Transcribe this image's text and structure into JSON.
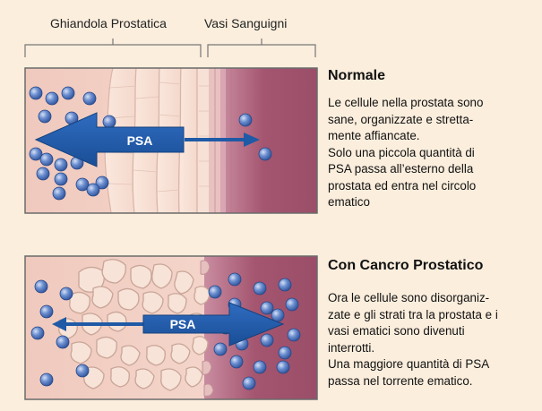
{
  "headers": {
    "gland": "Ghiandola Prostatica",
    "vessels": "Vasi Sanguigni"
  },
  "panels": [
    {
      "title": "Normale",
      "arrow_label": "PSA",
      "lines": [
        "Le cellule nella prostata sono",
        "sane, organizzate e stretta-",
        "mente affiancate.",
        "Solo una piccola quantità di",
        "PSA passa all’esterno della",
        "prostata ed entra nel circolo",
        "ematico"
      ]
    },
    {
      "title": "Con Cancro Prostatico",
      "arrow_label": "PSA",
      "lines": [
        "Ora le cellule sono disorganiz-",
        "zate e gli strati tra la prostata e i",
        "vasi ematici sono divenuti",
        "interrotti.",
        "Una maggiore quantità di PSA",
        "passa nel torrente ematico."
      ]
    }
  ],
  "colors": {
    "background": "#fbeedd",
    "gland_tissue": "#f2d2c8",
    "vessel_tissue": "#a85a74",
    "psa_arrow": "#1f5aa6",
    "psa_particle": "#3a65b2"
  }
}
